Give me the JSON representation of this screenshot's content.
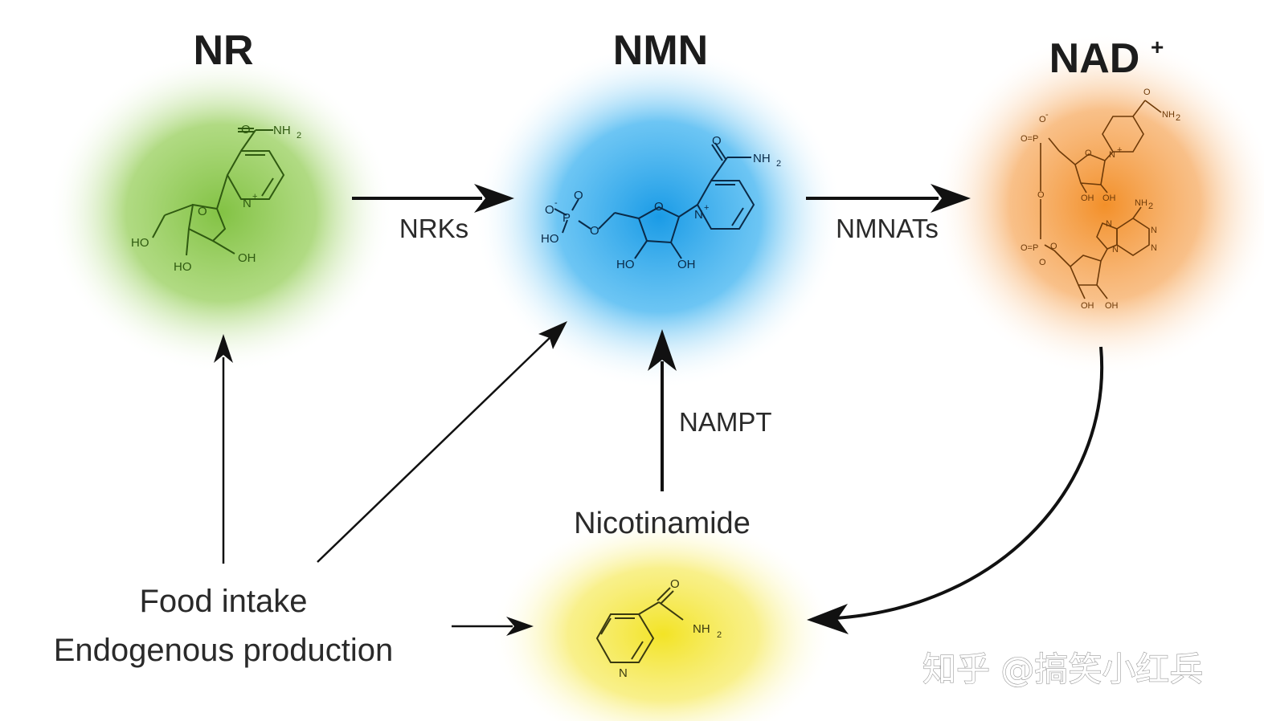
{
  "molecules": {
    "nr": {
      "title": "NR",
      "atoms": {
        "carbonyl_o": "O",
        "amide": "NH",
        "amide_sub": "2",
        "ring_n": "N",
        "charge": "+",
        "ring_o": "O",
        "oh_left": "HO",
        "oh_bottom_left": "HO",
        "oh_bottom_right": "OH"
      }
    },
    "nmn": {
      "title": "NMN",
      "atoms": {
        "carbonyl_o": "O",
        "amide": "NH",
        "amide_sub": "2",
        "ring_n": "N",
        "charge": "+",
        "ring_o": "O",
        "phos_o_minus": "O",
        "minus": "-",
        "phos_p": "P",
        "phos_o_double": "O",
        "phos_oh": "HO",
        "bridge_o": "O",
        "oh_bottom_left": "HO",
        "oh_bottom_right": "OH"
      }
    },
    "nad": {
      "title": "NAD",
      "title_sup": "+",
      "atoms": {
        "o_minus_top": "O",
        "minus": "-",
        "o_double_top": "O=P",
        "ring_o": "O",
        "carbonyl_o": "O",
        "amide": "NH",
        "amide_sub": "2",
        "ring_n": "N",
        "charge": "+",
        "bridge_o": "O",
        "oh1": "OH",
        "oh2": "OH",
        "amine": "NH",
        "amine_sub": "2",
        "n1": "N",
        "n2": "N",
        "n3": "N",
        "n4": "N",
        "o_double_bottom": "O=P",
        "o_minus_bottom": "O",
        "oh3": "OH",
        "oh4": "OH",
        "bridge_o2": "O"
      }
    },
    "nicotinamide": {
      "title": "Nicotinamide",
      "atoms": {
        "carbonyl_o": "O",
        "amide": "NH",
        "amide_sub": "2",
        "ring_n": "N"
      }
    }
  },
  "enzymes": {
    "nr_to_nmn": "NRKs",
    "nmn_to_nad": "NMNATs",
    "nic_to_nmn": "NAMPT"
  },
  "source_labels": {
    "line1": "Food intake",
    "line2": "Endogenous production"
  },
  "watermark": "知乎 @搞笑小红兵",
  "colors": {
    "nr_glow": "#7cbf3a",
    "nmn_glow": "#1a9be6",
    "nad_glow": "#f28a1e",
    "nic_glow": "#f2e21a",
    "nr_struct": "#2f5a10",
    "nmn_struct": "#0a2a48",
    "nad_struct": "#6e3a08",
    "nic_struct": "#3a3a10",
    "arrow": "#111111"
  }
}
